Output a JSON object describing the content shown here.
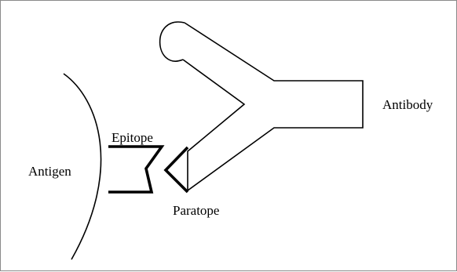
{
  "labels": {
    "antigen": "Antigen",
    "epitope": "Epitope",
    "paratope": "Paratope",
    "antibody": "Antibody"
  },
  "colors": {
    "stroke": "#000000",
    "background": "#ffffff",
    "frame": "#8a8a8a"
  }
}
